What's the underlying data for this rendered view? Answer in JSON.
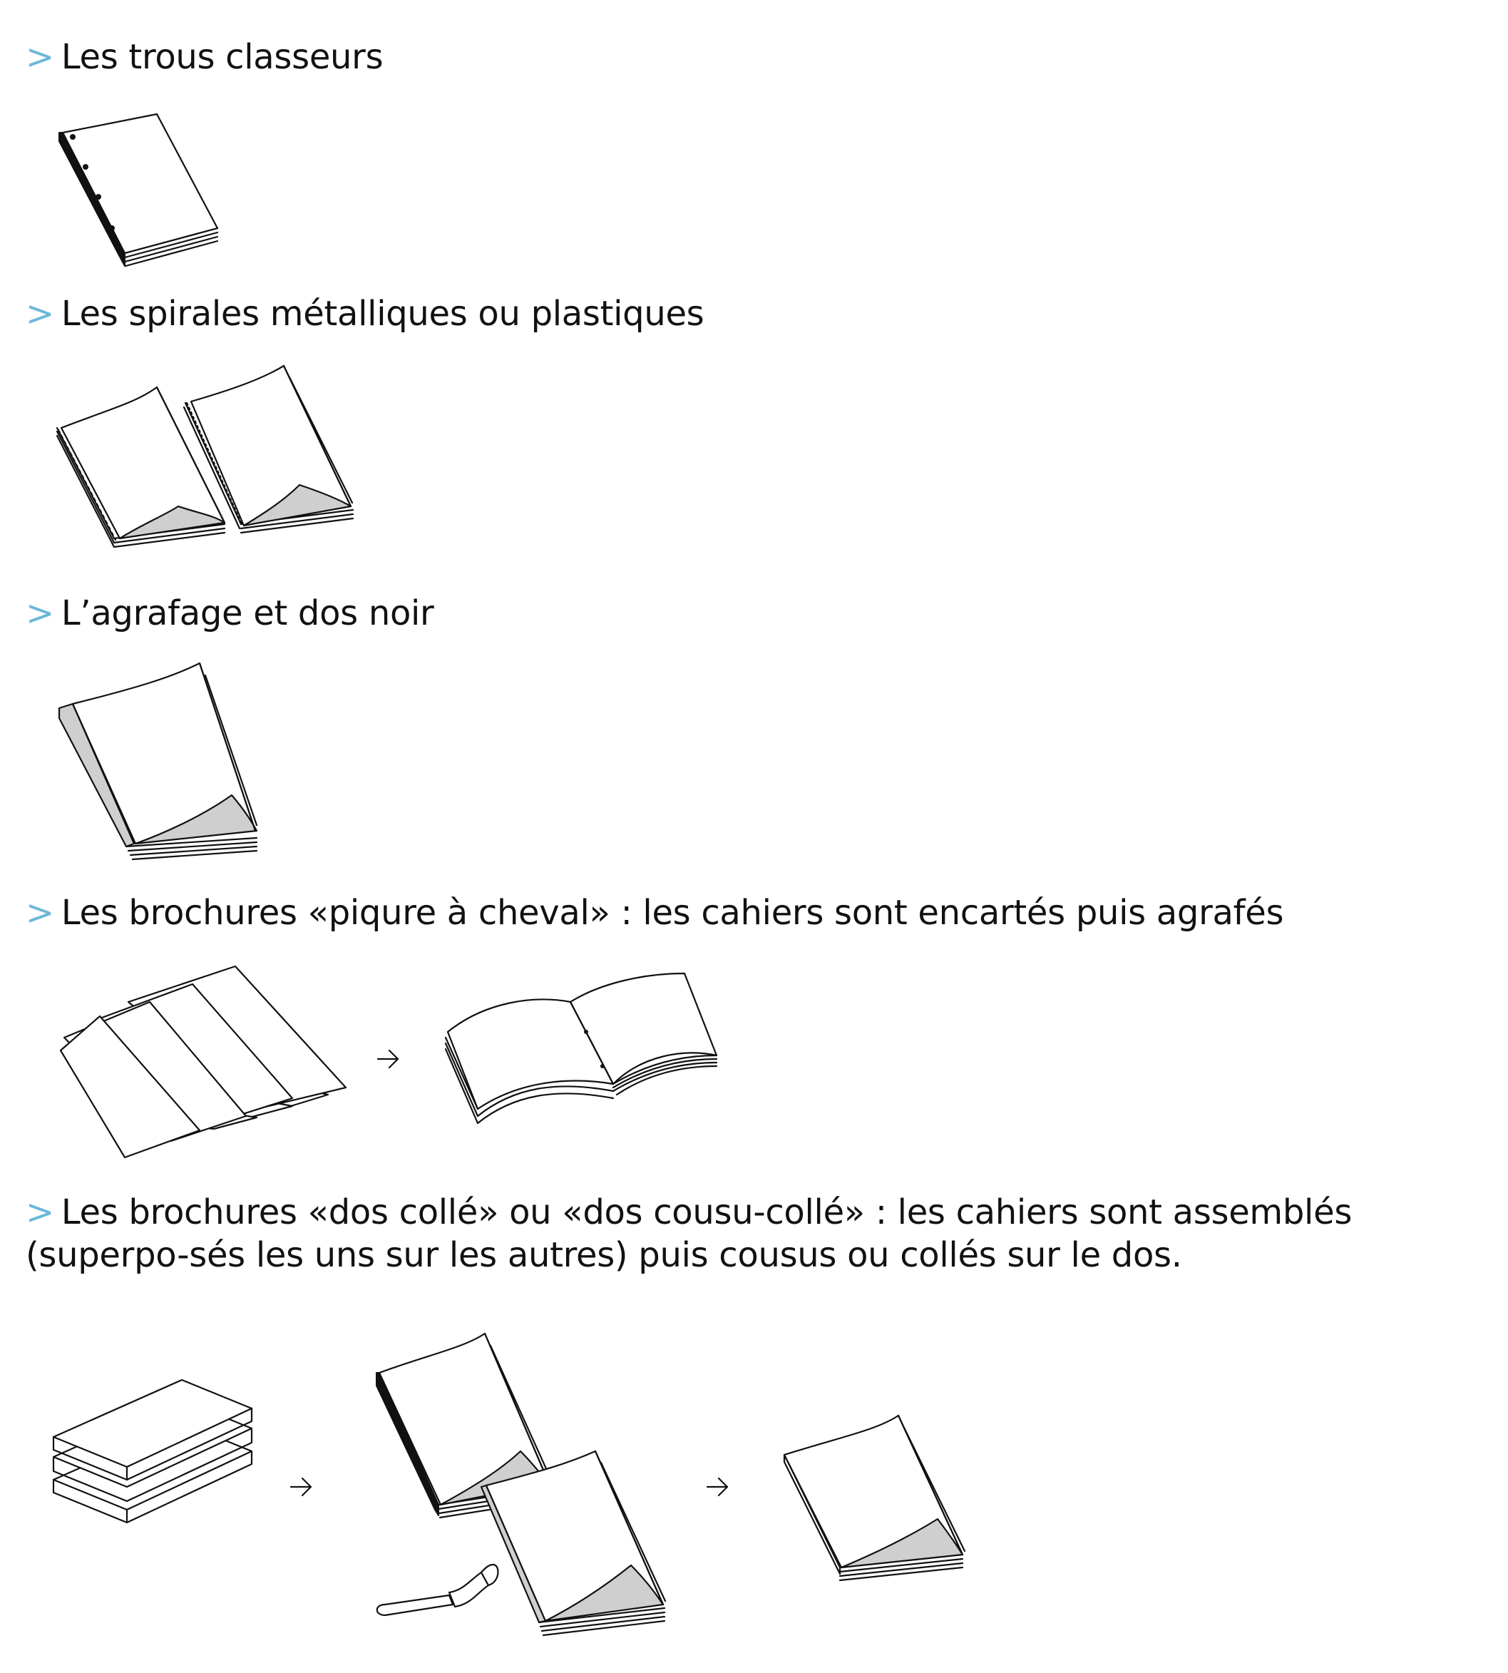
{
  "marker": ">",
  "sections": [
    {
      "id": "trous",
      "title": "Les trous classeurs"
    },
    {
      "id": "spirales",
      "title": "Les spirales métalliques ou plastiques"
    },
    {
      "id": "agrafage",
      "title": "L’agrafage et dos noir"
    },
    {
      "id": "piqure",
      "title": "Les brochures «piqure à cheval» : les cahiers sont encartés puis agrafés"
    },
    {
      "id": "dos-colle",
      "title": "Les brochures «dos collé» ou «dos cousu-collé» : les cahiers sont assemblés (superpo-sés les uns sur les autres) puis cousus ou collés sur le dos."
    }
  ],
  "colors": {
    "marker": "#6bb8d9",
    "line": "#111111",
    "shade": "#cfcfcf"
  },
  "icons": [
    "hole-punched-binder-icon",
    "spiral-notebook-icon",
    "stapled-booklet-icon",
    "saddle-stitch-icon",
    "perfect-binding-icon",
    "glue-brush-icon",
    "arrow-right-icon"
  ]
}
